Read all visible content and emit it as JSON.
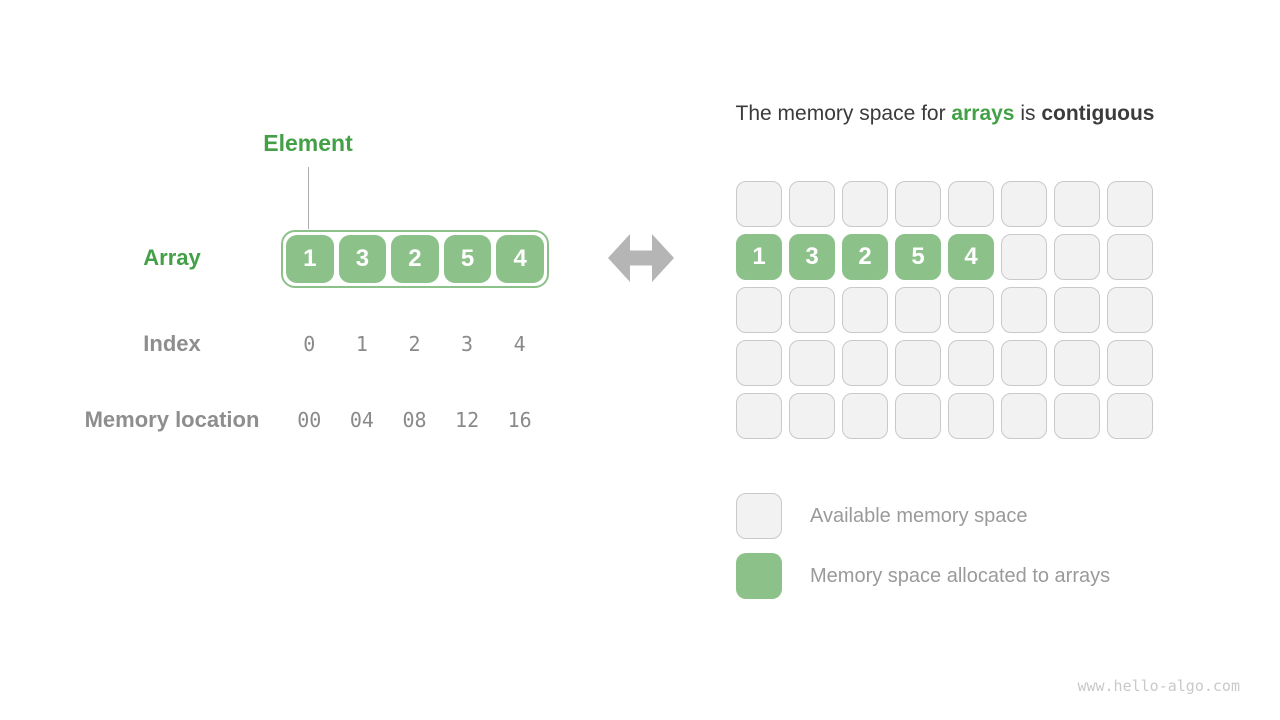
{
  "colors": {
    "allocated_green": "#8dc18a",
    "green_text": "#43a047",
    "gray_label": "#8e8e8e",
    "available_cell_bg": "#f2f2f2",
    "available_cell_border": "#c9c9c9",
    "title_dark": "#3b3b3b",
    "arrow_gray": "#b5b5b5"
  },
  "left": {
    "element_label": "Element",
    "array_label": "Array",
    "array_values": [
      "1",
      "3",
      "2",
      "5",
      "4"
    ],
    "index_label": "Index",
    "index_values": [
      "0",
      "1",
      "2",
      "3",
      "4"
    ],
    "memory_label": "Memory location",
    "memory_values": [
      "00",
      "04",
      "08",
      "12",
      "16"
    ]
  },
  "right": {
    "title": {
      "prefix": "The memory space for ",
      "highlight": "arrays",
      "middle": " is ",
      "emphasis": "contiguous"
    },
    "grid": {
      "rows": 5,
      "cols": 8,
      "allocated_row": 1,
      "allocated_values": [
        "1",
        "3",
        "2",
        "5",
        "4"
      ]
    },
    "legend": [
      {
        "type": "available",
        "label": "Available memory space"
      },
      {
        "type": "allocated",
        "label": "Memory space allocated to arrays"
      }
    ]
  },
  "watermark": "www.hello-algo.com"
}
